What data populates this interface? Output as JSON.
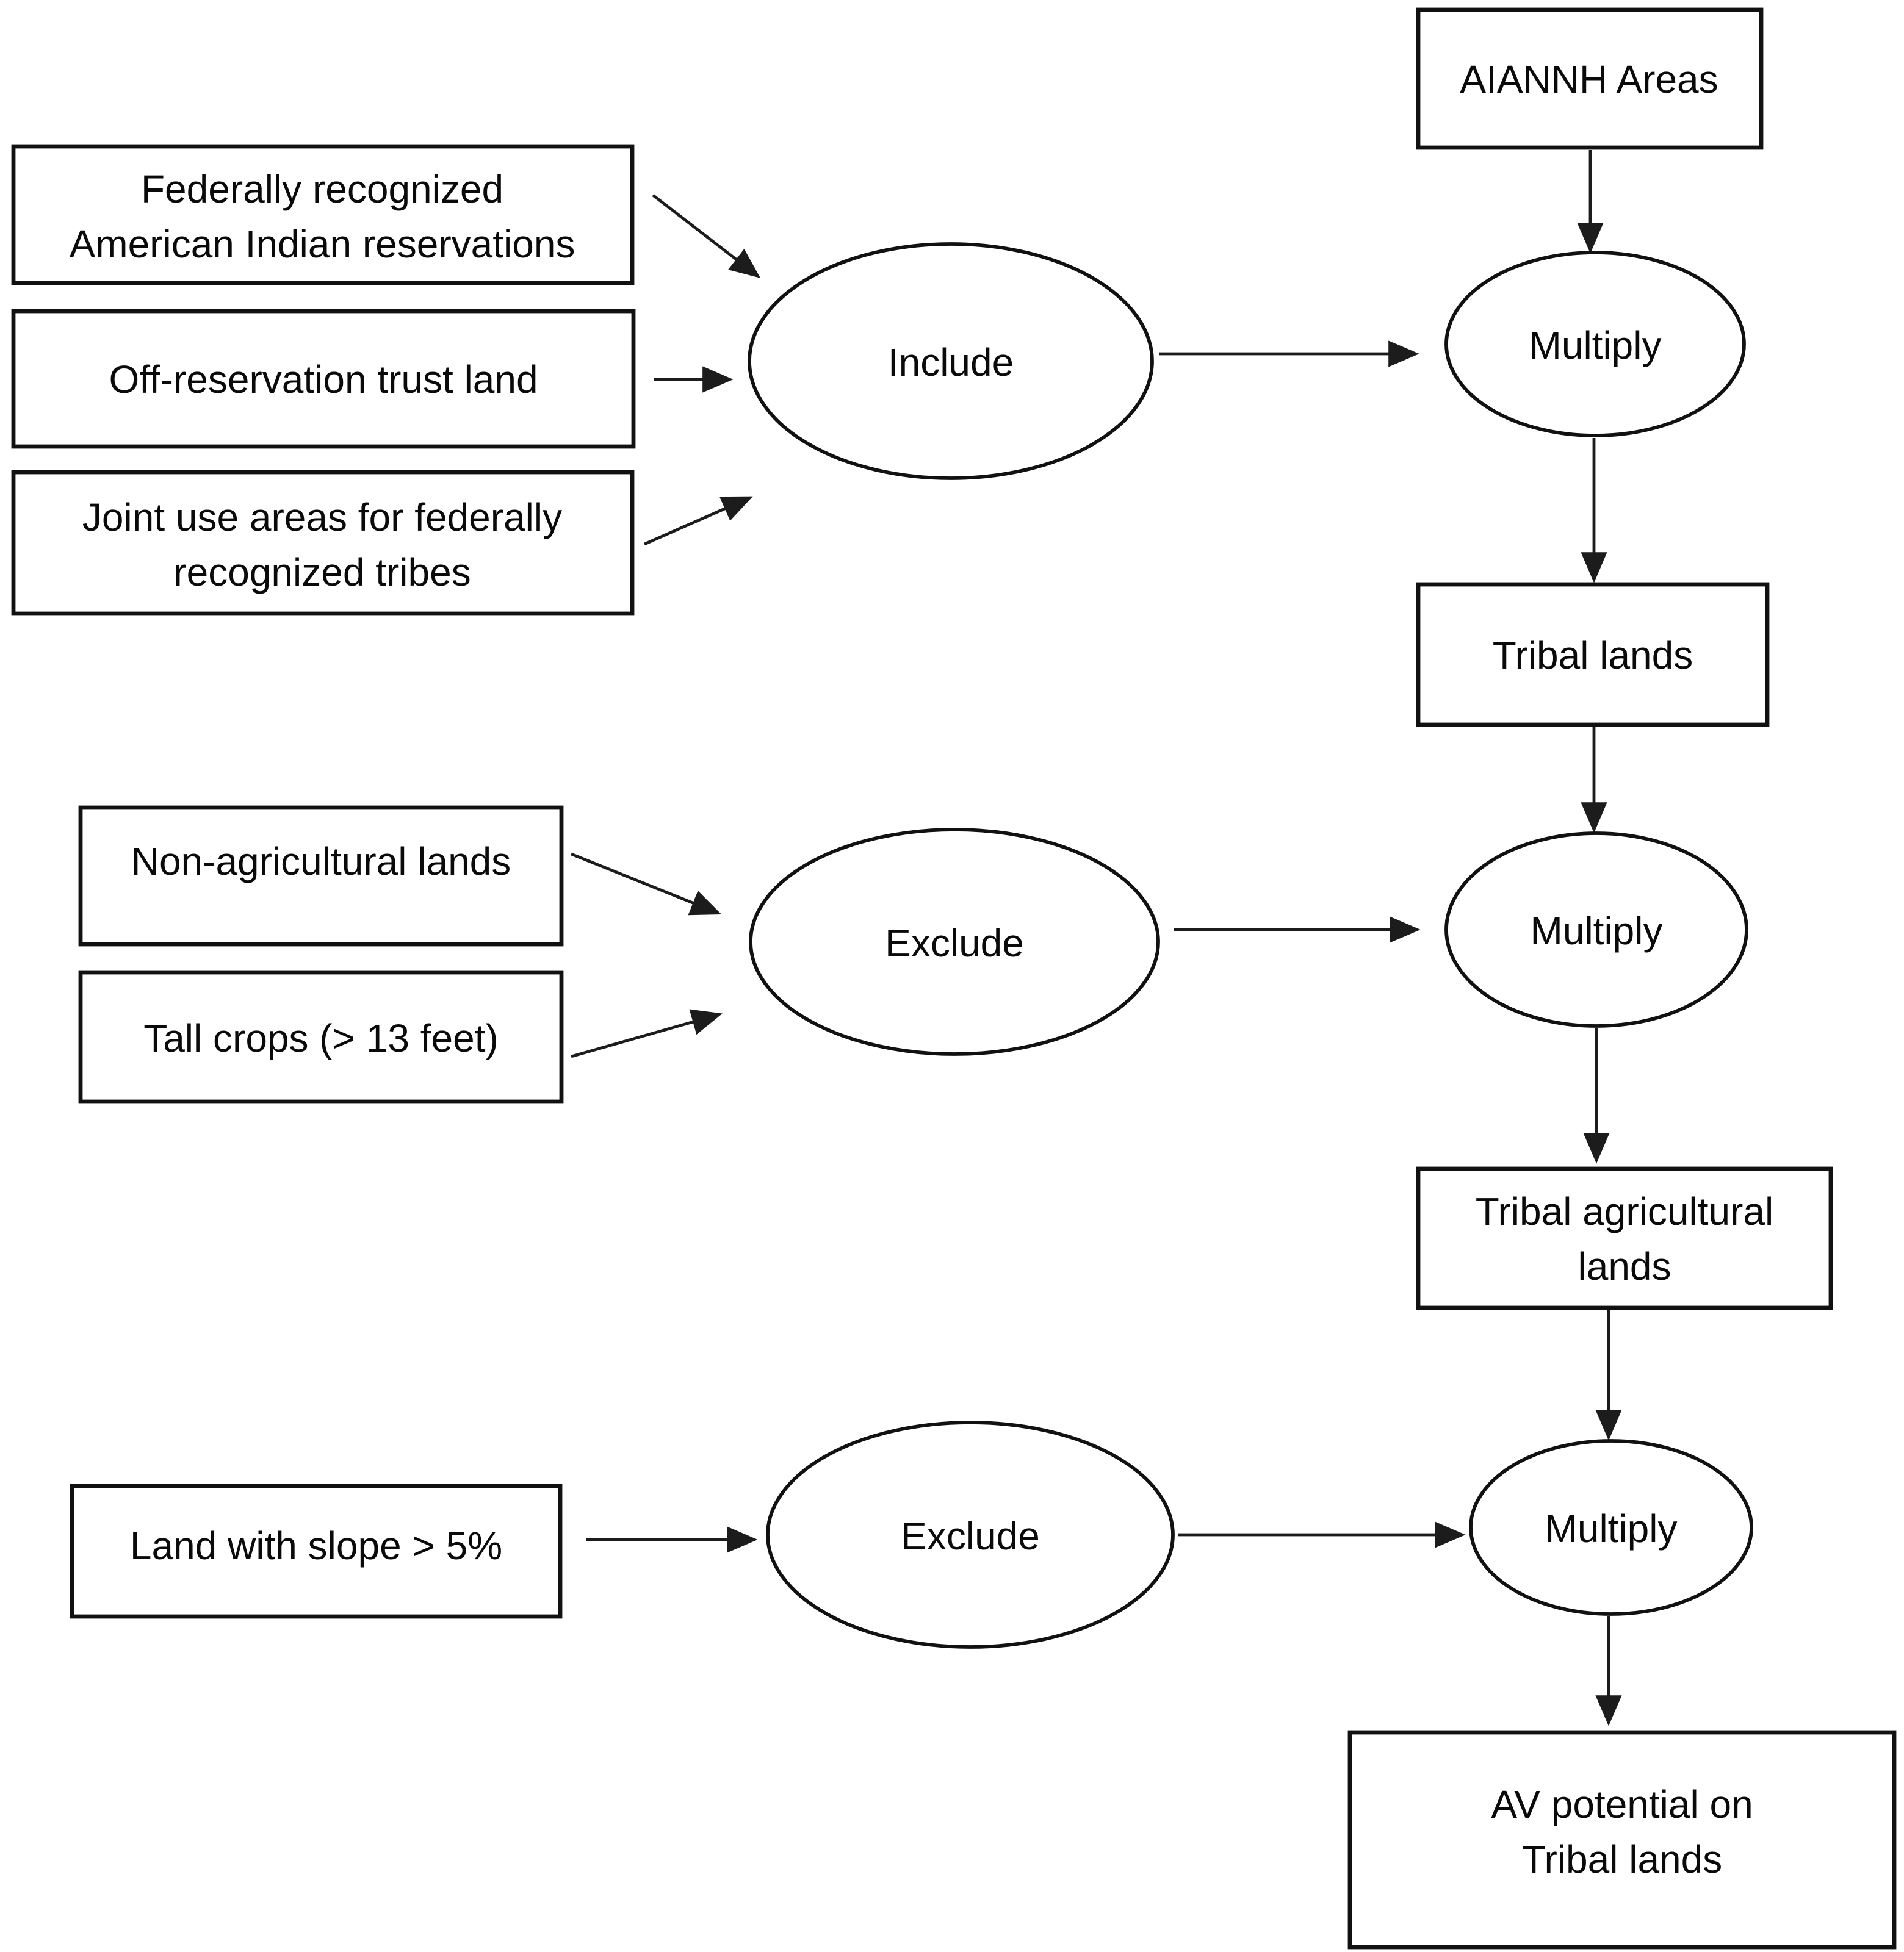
{
  "diagram": {
    "description": "Flowchart of AV potential on Tribal lands",
    "colors": {
      "background": "#ffffff",
      "shape_fill": "#ffffff",
      "stroke": "#111111",
      "text": "#0a0a0a"
    },
    "nodes": {
      "aiannh_areas": {
        "label": "AIANNH Areas"
      },
      "federally_recognized": {
        "line1": "Federally recognized",
        "line2": "American Indian reservations"
      },
      "off_reservation_trust_land": {
        "label": "Off-reservation trust land"
      },
      "joint_use_areas": {
        "line1": "Joint use areas for federally",
        "line2": "recognized tribes"
      },
      "include": {
        "label": "Include"
      },
      "multiply_1": {
        "label": "Multiply"
      },
      "tribal_lands": {
        "label": "Tribal lands"
      },
      "non_agricultural_lands": {
        "label": "Non-agricultural lands"
      },
      "tall_crops": {
        "label": "Tall crops (> 13 feet)"
      },
      "exclude_1": {
        "label": "Exclude"
      },
      "multiply_2": {
        "label": "Multiply"
      },
      "tribal_agricultural_lands": {
        "line1": "Tribal agricultural",
        "line2": "lands"
      },
      "land_with_slope": {
        "label": "Land with slope > 5%"
      },
      "exclude_2": {
        "label": "Exclude"
      },
      "multiply_3": {
        "label": "Multiply"
      },
      "av_potential": {
        "line1": "AV potential on",
        "line2": "Tribal lands"
      }
    },
    "edges": [
      {
        "from": "federally_recognized",
        "to": "include"
      },
      {
        "from": "off_reservation_trust_land",
        "to": "include"
      },
      {
        "from": "joint_use_areas",
        "to": "include"
      },
      {
        "from": "aiannh_areas",
        "to": "multiply_1"
      },
      {
        "from": "include",
        "to": "multiply_1"
      },
      {
        "from": "multiply_1",
        "to": "tribal_lands"
      },
      {
        "from": "tribal_lands",
        "to": "multiply_2"
      },
      {
        "from": "non_agricultural_lands",
        "to": "exclude_1"
      },
      {
        "from": "tall_crops",
        "to": "exclude_1"
      },
      {
        "from": "exclude_1",
        "to": "multiply_2"
      },
      {
        "from": "multiply_2",
        "to": "tribal_agricultural_lands"
      },
      {
        "from": "tribal_agricultural_lands",
        "to": "multiply_3"
      },
      {
        "from": "land_with_slope",
        "to": "exclude_2"
      },
      {
        "from": "exclude_2",
        "to": "multiply_3"
      },
      {
        "from": "multiply_3",
        "to": "av_potential"
      }
    ]
  }
}
